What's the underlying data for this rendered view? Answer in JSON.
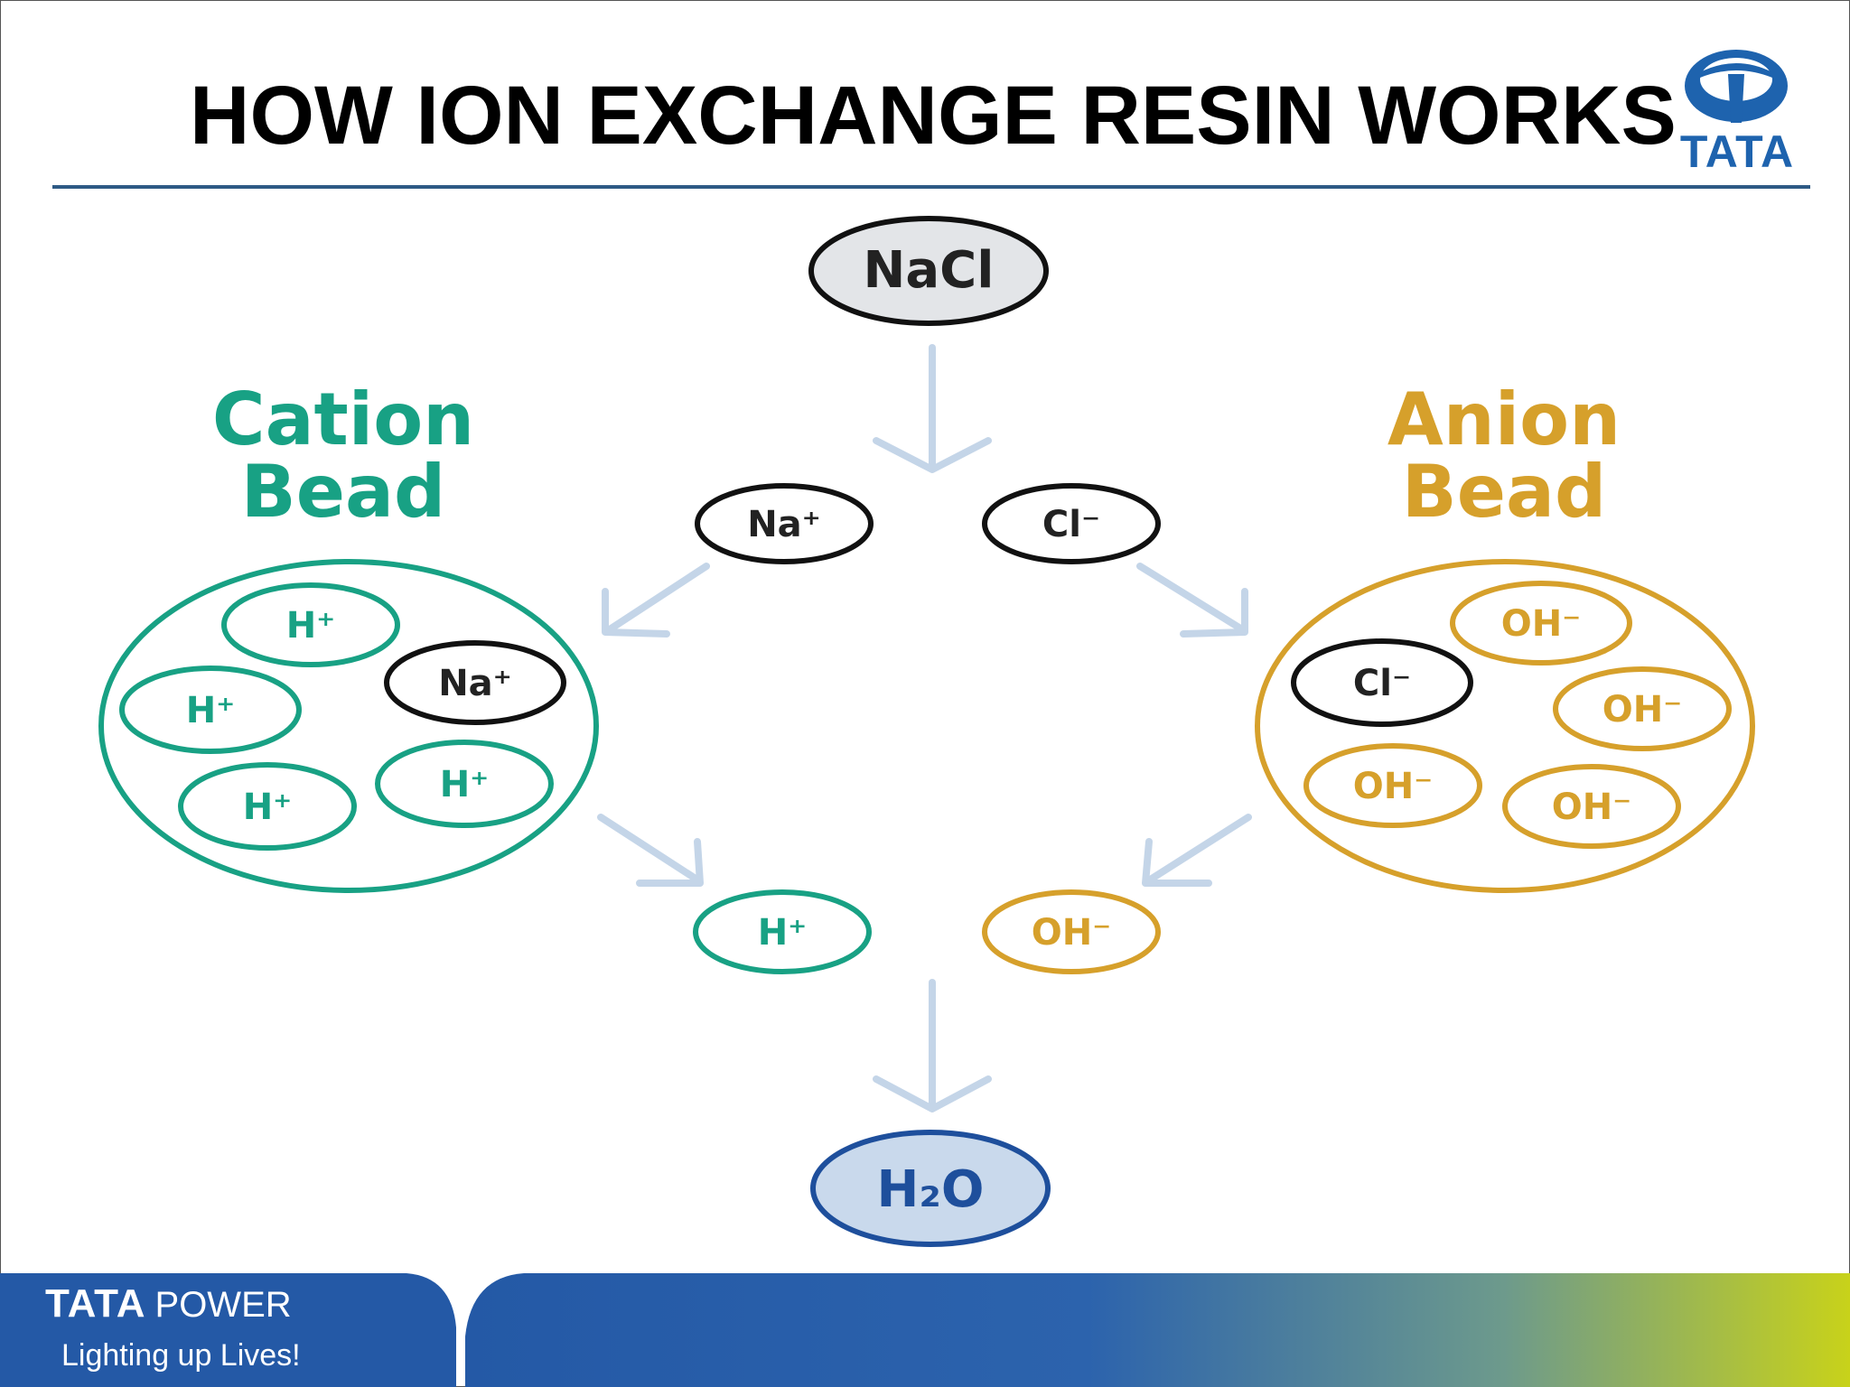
{
  "slide": {
    "title": "HOW ION EXCHANGE RESIN WORKS",
    "logo_text": "TATA"
  },
  "diagram": {
    "input": "NaCl",
    "ion_na": "Na⁺",
    "ion_cl": "Cl⁻",
    "cation_label_line1": "Cation",
    "cation_label_line2": "Bead",
    "anion_label_line1": "Anion",
    "anion_label_line2": "Bead",
    "cation_bead_ions": [
      "H⁺",
      "H⁺",
      "Na⁺",
      "H⁺",
      "H⁺"
    ],
    "anion_bead_ions": [
      "OH⁻",
      "Cl⁻",
      "OH⁻",
      "OH⁻",
      "OH⁻"
    ],
    "released_h": "H⁺",
    "released_oh": "OH⁻",
    "output": "H₂O"
  },
  "footer": {
    "brand": "TATA",
    "brand_suffix": "POWER",
    "tagline": "Lighting up Lives!"
  },
  "colors": {
    "cation": "#18a184",
    "anion": "#d6a02b",
    "arrow": "#c4d5e8",
    "output": "#1e4f9c",
    "rule": "#2e5a85"
  }
}
